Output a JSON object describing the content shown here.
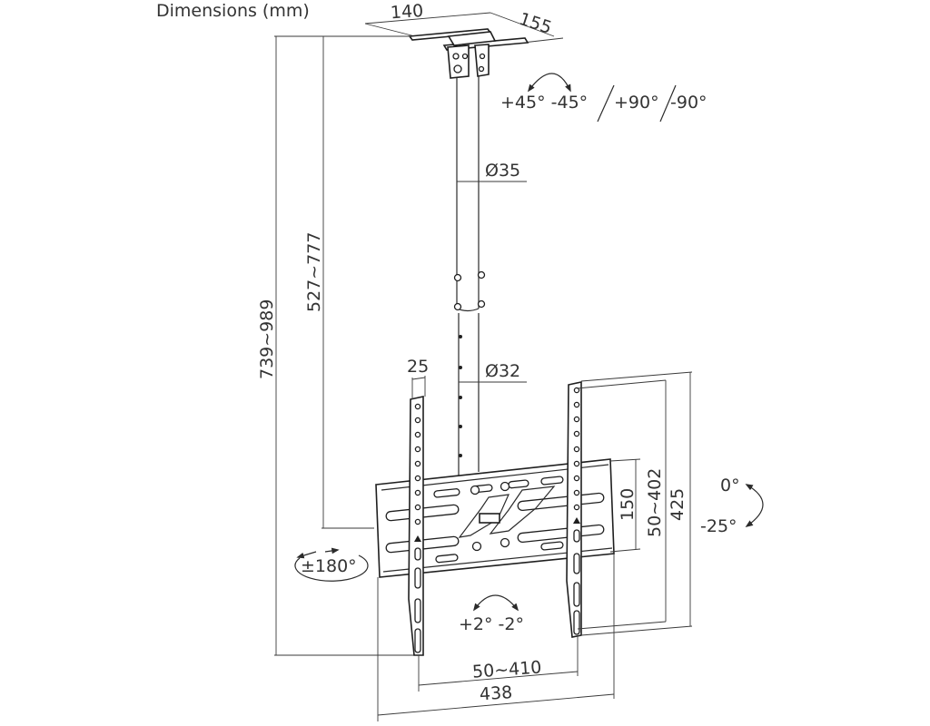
{
  "title": "Dimensions (mm)",
  "ceiling_plate": {
    "width": "140",
    "depth": "155"
  },
  "rotations": {
    "swivel_ceiling": "+45° -45°",
    "rotate_90_a": "+90°",
    "rotate_90_b": "-90°",
    "swivel_pole": "±180°",
    "tilt": {
      "top": "0°",
      "bottom": "-25°"
    },
    "level_adjust": "+2° -2°"
  },
  "pole": {
    "upper_diameter": "Ø35",
    "lower_diameter": "Ø32"
  },
  "heights": {
    "overall": "739~989",
    "pole_length": "527~777"
  },
  "bracket": {
    "arm_width": "25",
    "plate_height": "150",
    "vesa_vertical": "50~402",
    "arm_length": "425",
    "vesa_horizontal": "50~410",
    "overall_width": "438"
  },
  "colors": {
    "line": "#2b2b2b",
    "text": "#333333",
    "background": "#ffffff"
  }
}
